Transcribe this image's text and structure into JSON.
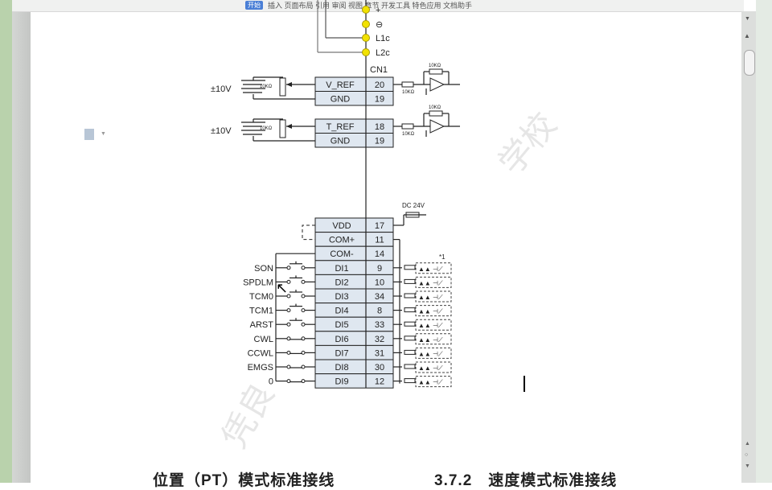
{
  "toolbar": {
    "badge": "开始",
    "text": "插入  页面布局  引用  审阅  视图  章节  开发工具  特色应用  文档助手"
  },
  "diagram": {
    "top_terminals": [
      "+",
      "⊖",
      "L1c",
      "L2c"
    ],
    "connector": "CN1",
    "analog": [
      {
        "source": "±10V",
        "pot": "10KΩ",
        "rows": [
          {
            "signal": "V_REF",
            "pin": "20"
          },
          {
            "signal": "GND",
            "pin": "19"
          }
        ],
        "r_in": "10KΩ",
        "r_fb": "10KΩ"
      },
      {
        "source": "±10V",
        "pot": "10KΩ",
        "rows": [
          {
            "signal": "T_REF",
            "pin": "18"
          },
          {
            "signal": "GND",
            "pin": "19"
          }
        ],
        "r_in": "10KΩ",
        "r_fb": "10KΩ"
      }
    ],
    "supply": "DC 24V",
    "note": "*1",
    "io_rows": [
      {
        "signal": "VDD",
        "pin": "17",
        "label": ""
      },
      {
        "signal": "COM+",
        "pin": "11",
        "label": ""
      },
      {
        "signal": "COM-",
        "pin": "14",
        "label": ""
      },
      {
        "signal": "DI1",
        "pin": "9",
        "label": "SON"
      },
      {
        "signal": "DI2",
        "pin": "10",
        "label": "SPDLM"
      },
      {
        "signal": "DI3",
        "pin": "34",
        "label": "TCM0"
      },
      {
        "signal": "DI4",
        "pin": "8",
        "label": "TCM1"
      },
      {
        "signal": "DI5",
        "pin": "33",
        "label": "ARST"
      },
      {
        "signal": "DI6",
        "pin": "32",
        "label": "CWL"
      },
      {
        "signal": "DI7",
        "pin": "31",
        "label": "CCWL"
      },
      {
        "signal": "DI8",
        "pin": "30",
        "label": "EMGS"
      },
      {
        "signal": "DI9",
        "pin": "12",
        "label": "0"
      }
    ],
    "watermark": [
      "凭良",
      "学校"
    ]
  },
  "headings": {
    "left": "位置（PT）模式标准接线",
    "right": "3.7.2　速度模式标准接线"
  },
  "colors": {
    "terminal": "#f2e200",
    "box": "#dfe7f0"
  }
}
